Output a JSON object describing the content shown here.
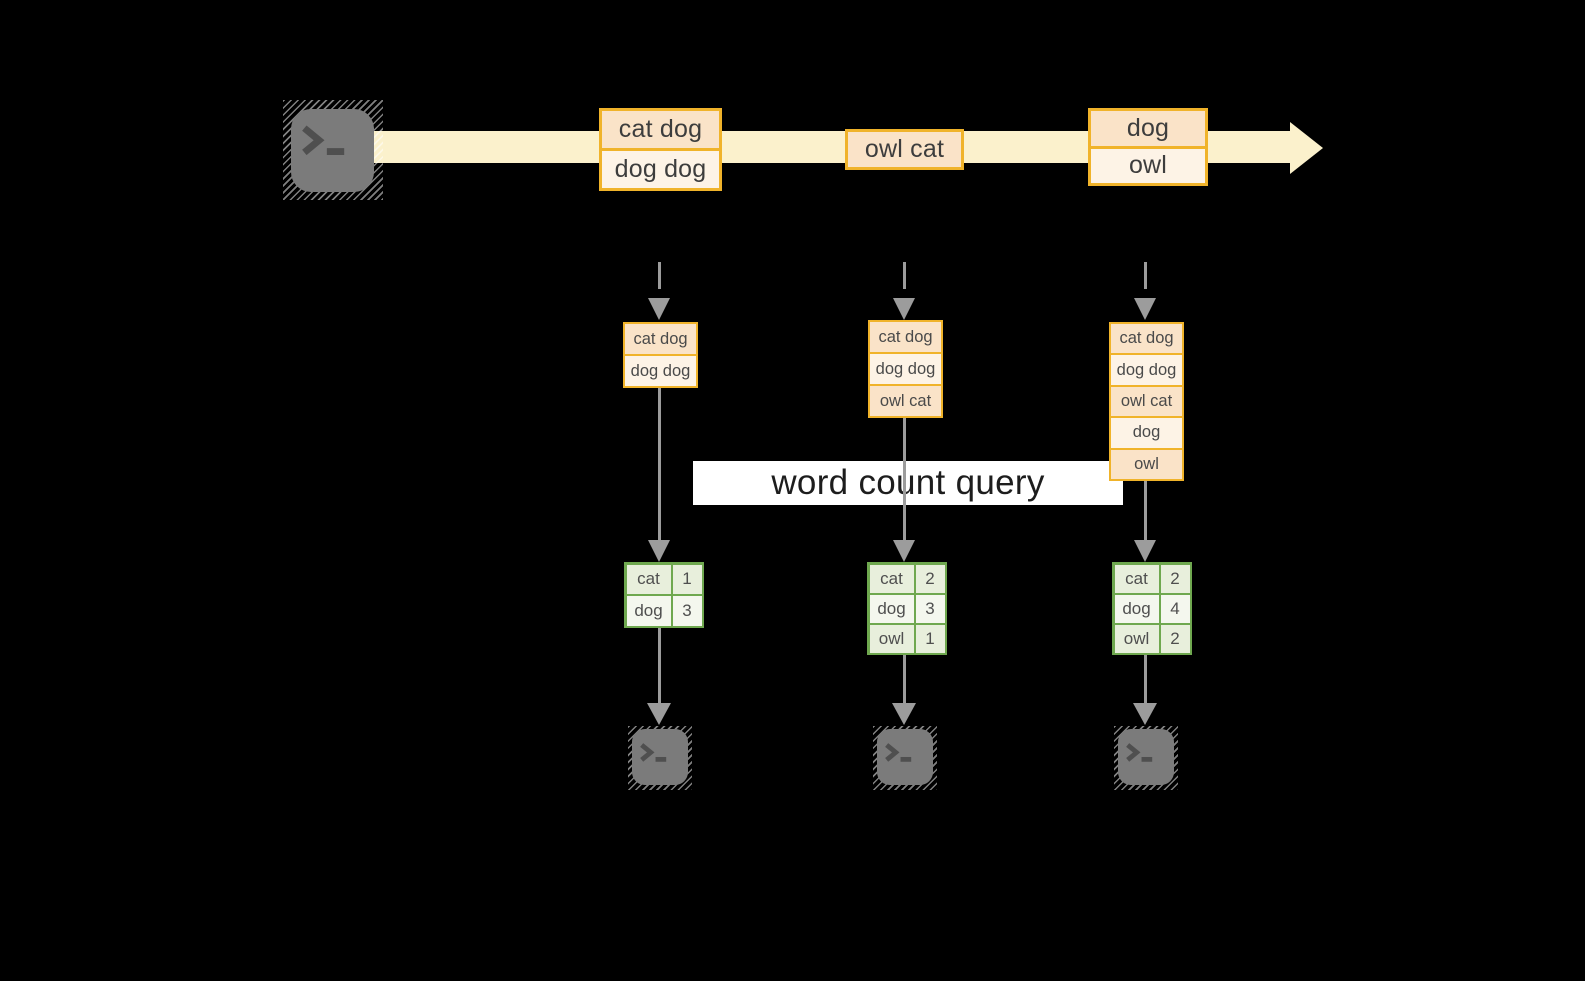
{
  "colors": {
    "background": "#000000",
    "stream_band": "#fbf1cc",
    "event_border": "#f0b32a",
    "event_fill_dark": "#fae3c8",
    "event_fill_light": "#fdf3e6",
    "table_border": "#6fa84f",
    "table_fill_dark": "#e8efdc",
    "table_fill_light": "#f4f7ee",
    "arrow_gray": "#9c9c9c",
    "terminal_gray": "#7b7b7b"
  },
  "icons": {
    "source": "terminal-icon",
    "sink": "terminal-icon",
    "glyph": ">_"
  },
  "query": {
    "label": "word count query"
  },
  "stream_events": [
    {
      "rows": [
        "cat dog",
        "dog dog"
      ]
    },
    {
      "rows": [
        "owl cat"
      ]
    },
    {
      "rows": [
        "dog",
        "owl"
      ]
    }
  ],
  "columns": [
    {
      "buffer": [
        "cat dog",
        "dog dog"
      ],
      "counts": [
        [
          "cat",
          "1"
        ],
        [
          "dog",
          "3"
        ]
      ]
    },
    {
      "buffer": [
        "cat dog",
        "dog dog",
        "owl cat"
      ],
      "counts": [
        [
          "cat",
          "2"
        ],
        [
          "dog",
          "3"
        ],
        [
          "owl",
          "1"
        ]
      ]
    },
    {
      "buffer": [
        "cat dog",
        "dog dog",
        "owl cat",
        "dog",
        "owl"
      ],
      "counts": [
        [
          "cat",
          "2"
        ],
        [
          "dog",
          "4"
        ],
        [
          "owl",
          "2"
        ]
      ]
    }
  ]
}
